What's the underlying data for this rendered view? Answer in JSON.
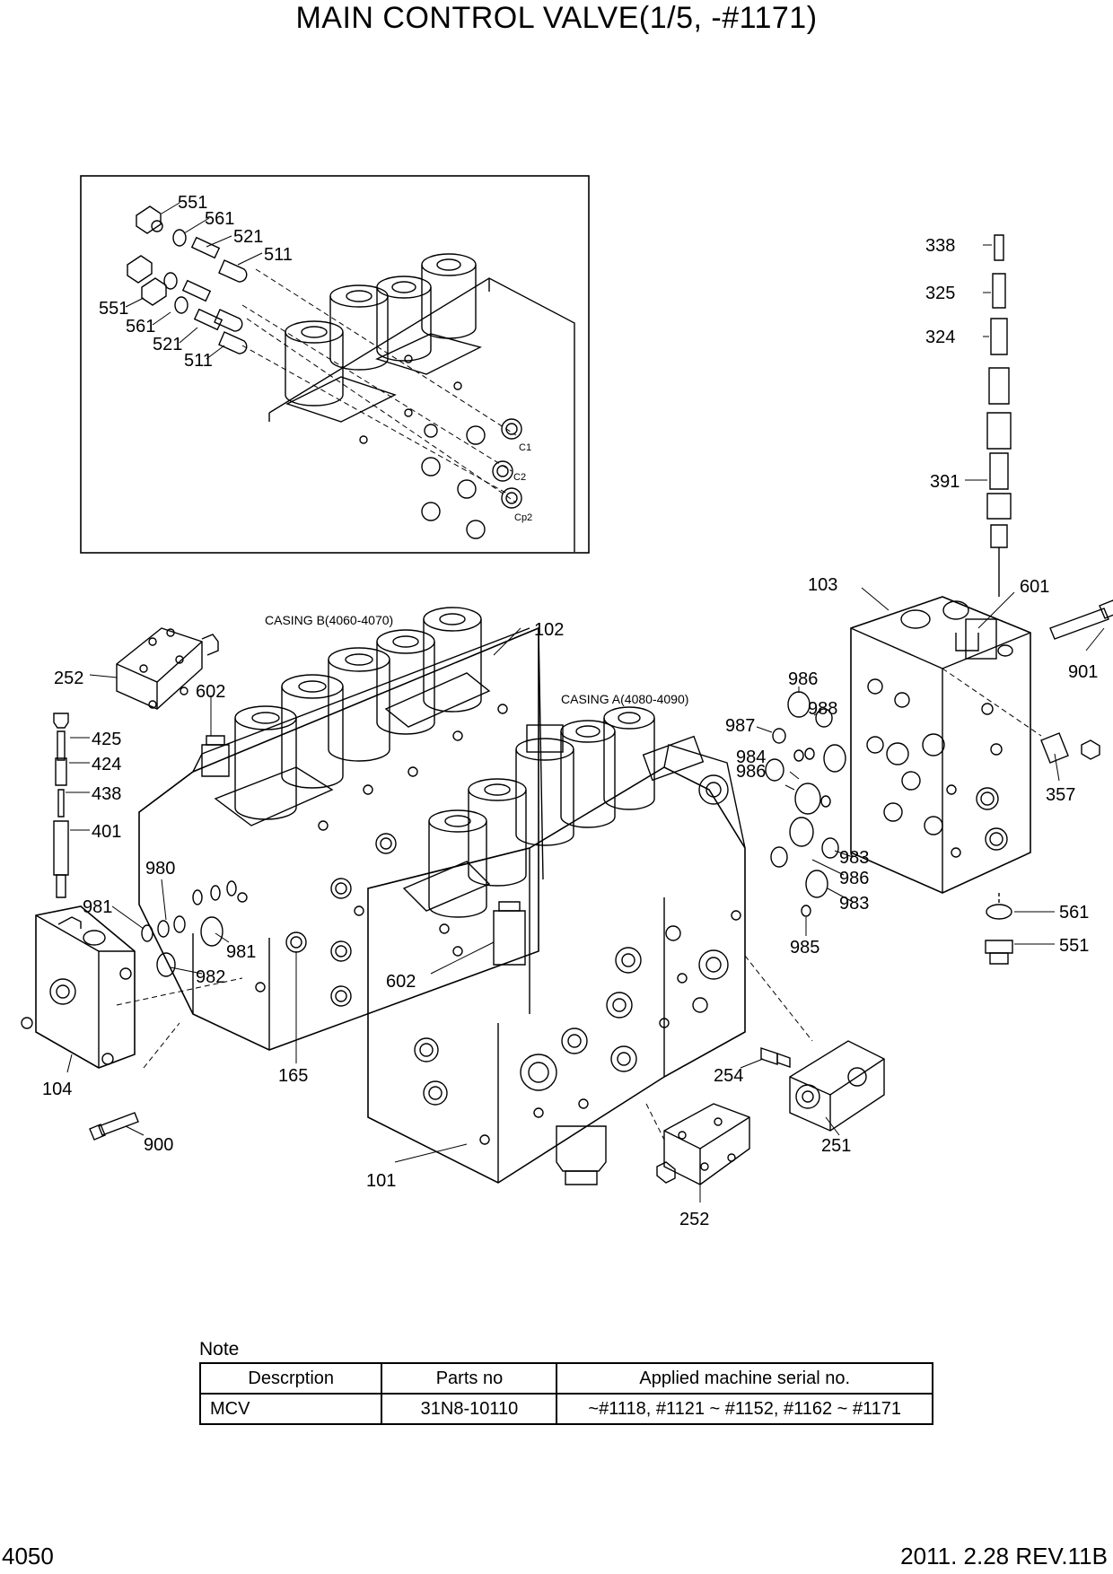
{
  "title": "MAIN CONTROL VALVE(1/5, -#1171)",
  "labels": {
    "casing_b": "CASING B(4060-4070)",
    "casing_a": "CASING A(4080-4090)",
    "port_c1": "C1",
    "port_c2": "C2",
    "port_cp2": "Cp2"
  },
  "callouts": {
    "p551a": "551",
    "p561a": "561",
    "p521a": "521",
    "p511a": "511",
    "p551b": "551",
    "p561b": "561",
    "p521b": "521",
    "p511b": "511",
    "p338": "338",
    "p325": "325",
    "p324": "324",
    "p391": "391",
    "p103": "103",
    "p601": "601",
    "p901": "901",
    "p357": "357",
    "p561c": "561",
    "p551c": "551",
    "p102": "102",
    "p252a": "252",
    "p602a": "602",
    "p425": "425",
    "p424": "424",
    "p438": "438",
    "p401": "401",
    "p980": "980",
    "p981a": "981",
    "p981b": "981",
    "p982": "982",
    "p104": "104",
    "p900": "900",
    "p165": "165",
    "p986a": "986",
    "p988": "988",
    "p987": "987",
    "p984": "984",
    "p986b": "986",
    "p983a": "983",
    "p986c": "986",
    "p983b": "983",
    "p985": "985",
    "p602b": "602",
    "p254": "254",
    "p251": "251",
    "p101": "101",
    "p252b": "252"
  },
  "note": {
    "label": "Note",
    "headers": [
      "Descrption",
      "Parts no",
      "Applied machine serial no."
    ],
    "rows": [
      [
        "MCV",
        "31N8-10110",
        "~#1118, #1121 ~ #1152, #1162 ~ #1171"
      ]
    ]
  },
  "footer": {
    "page": "4050",
    "revision": "2011. 2.28  REV.11B"
  }
}
